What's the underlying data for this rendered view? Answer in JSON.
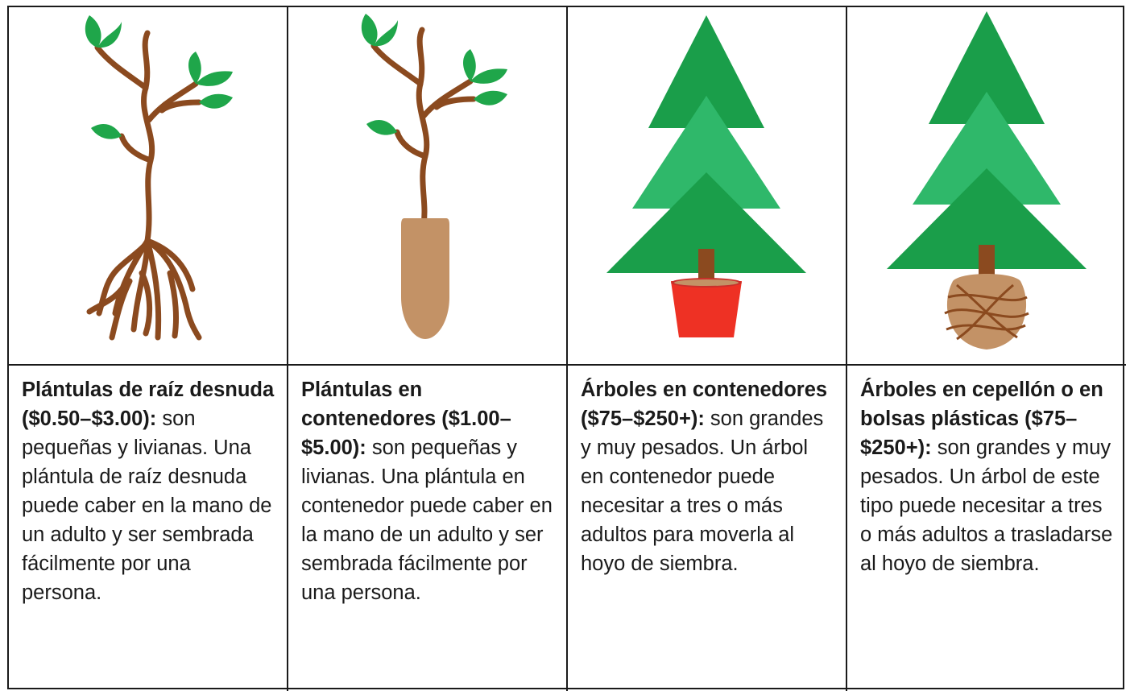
{
  "columns": [
    {
      "title": "Plántulas de raíz desnuda  ($0.50–$3.00):",
      "body": " son pequeñas y livianas. Una plántula de raíz desnuda puede caber en la mano de un adulto y ser sembrada fácilmente por una persona.",
      "icon": "bare-root-seedling"
    },
    {
      "title": "Plántulas en contenedores ($1.00–$5.00):",
      "body": " son pequeñas y livianas. Una plántula en contenedor puede caber en la mano de un adulto y ser sembrada fácilmente por una persona.",
      "icon": "container-seedling"
    },
    {
      "title": "Árboles en contenedores ($75–$250+):",
      "body": " son grandes y muy pesados. Un árbol en contenedor puede necesitar a tres o más adultos para moverla al hoyo de siembra.",
      "icon": "potted-tree"
    },
    {
      "title": "Árboles en cepellón o en bolsas plásticas ($75–$250+):",
      "body": " son grandes y muy pesados. Un árbol de este tipo puede necesitar a tres o más adultos a trasladarse al hoyo de siembra.",
      "icon": "balled-burlapped-tree"
    }
  ],
  "colors": {
    "leaf": "#1fa64a",
    "stem": "#8b4a1f",
    "plug": "#c39266",
    "tree_dark": "#1a9e4a",
    "tree_light": "#2fb86a",
    "pot": "#ee3124",
    "pot_rim": "#c9302b",
    "burlap": "#c39266"
  }
}
